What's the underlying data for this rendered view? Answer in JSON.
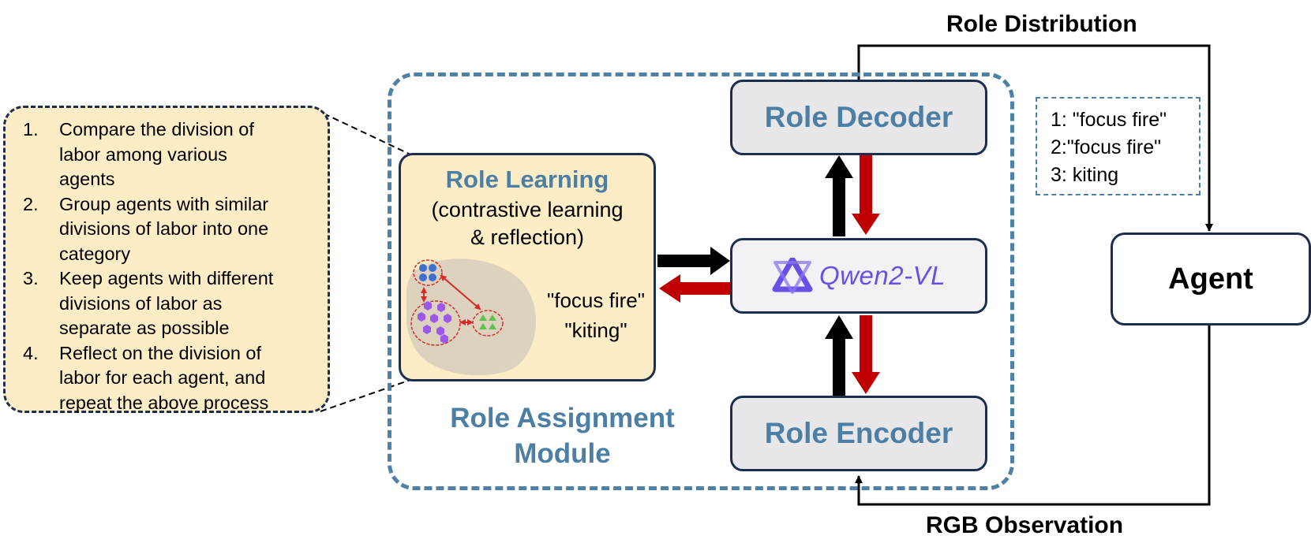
{
  "steps": [
    {
      "num": "1.",
      "lines": [
        "Compare the division of",
        "labor among various",
        "agents"
      ]
    },
    {
      "num": "2.",
      "lines": [
        "Group agents with similar",
        "divisions of labor into one",
        "category"
      ]
    },
    {
      "num": "3.",
      "lines": [
        "Keep agents with different",
        "divisions of labor as",
        "separate as possible"
      ]
    },
    {
      "num": "4.",
      "lines": [
        "Reflect on the division of",
        "labor for each agent, and",
        "repeat the above process"
      ]
    }
  ],
  "role_learning": {
    "title": "Role Learning",
    "subtitle_line1": "(contrastive learning",
    "subtitle_line2": "& reflection)",
    "tag1": "\"focus fire\"",
    "tag2": "\"kiting\""
  },
  "module": {
    "title_line1": "Role Assignment",
    "title_line2": "Module"
  },
  "role_decoder": "Role Decoder",
  "role_encoder": "Role Encoder",
  "model": {
    "name": "Qwen2-VL",
    "logo": "qwen-logo-icon"
  },
  "role_list": [
    "1: \"focus fire\"",
    "2:\"focus fire\"",
    "3: kiting"
  ],
  "agent": "Agent",
  "edge_labels": {
    "distribution": "Role Distribution",
    "observation": "RGB Observation"
  },
  "colors": {
    "panel_fill": "#fcedc6",
    "box_border": "#1d2d4e",
    "module_border": "#4d82a6",
    "title_blue": "#4d7fa5",
    "red_arrow": "#c00000",
    "qwen_purple": "#6a4fe6"
  }
}
